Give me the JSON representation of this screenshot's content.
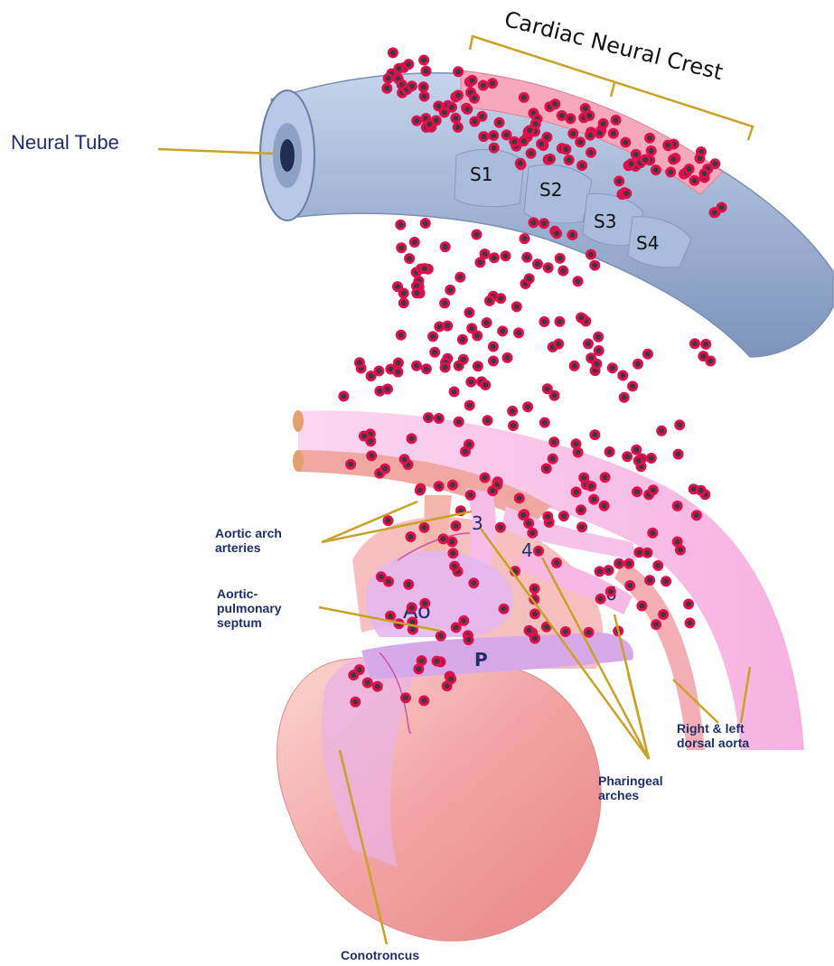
{
  "labels": {
    "neural_tube": "Neural Tube",
    "cardiac_neural_crest": "Cardiac Neural Crest",
    "aortic_arch_arteries": "Aortic arch\narteries",
    "aortic_pulmonary_septum": "Aortic-\npulmonary\nseptum",
    "right_left_dorsal_aorta": "Right & left\ndorsal aorta",
    "pharyngeal_arches": "Pharingeal\narches",
    "conotroncus": "Conotroncus"
  },
  "somites": [
    "S1",
    "S2",
    "S3",
    "S4"
  ],
  "arch_numbers": [
    "3",
    "4",
    "6"
  ],
  "vessels": {
    "aorta": "Ao",
    "pulmonary": "P"
  },
  "colors": {
    "neural_tube": "#9fb3d3",
    "neural_crest": "#f59ab0",
    "cell_fill": "#e0104f",
    "cell_core": "#3b3b3b",
    "heart": "#f2a3a3",
    "vessel": "#f9c2ea",
    "leader_line": "#c9a227",
    "label_text": "#1f2f6b"
  }
}
